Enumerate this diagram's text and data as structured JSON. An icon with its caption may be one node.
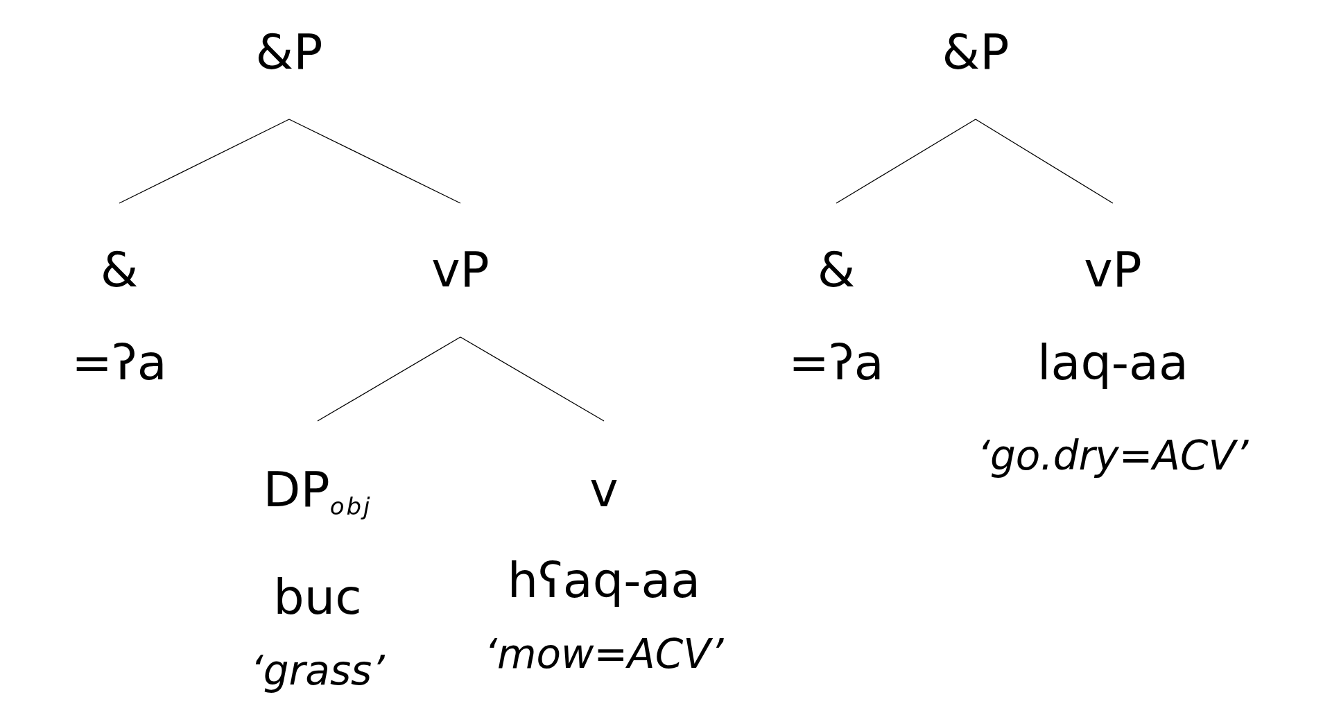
{
  "diagram": {
    "nodes": [
      {
        "text": [
          "&P"
        ]
      },
      {
        "text": [
          "&",
          "=ʔa"
        ]
      },
      {
        "text": [
          "vP"
        ]
      },
      {
        "text": [
          "DP$_{obj}$",
          "buc",
          "‘grass’"
        ]
      },
      {
        "text": [
          "v",
          "hʕaq-aa",
          "‘mow=ACV’"
        ]
      },
      {
        "text": [
          "&P"
        ]
      },
      {
        "text": [
          "&",
          "=ʔa"
        ]
      },
      {
        "text": [
          "vP",
          "laq-aa",
          "‘go.dry=ACV’"
        ]
      }
    ],
    "edges": [
      {
        "from": 0,
        "to": 1,
        "arrow": "none"
      },
      {
        "from": 0,
        "to": 2,
        "arrow": "none"
      },
      {
        "from": 2,
        "to": 3,
        "arrow": "none"
      },
      {
        "from": 2,
        "to": 4,
        "arrow": "none"
      },
      {
        "from": 5,
        "to": 6,
        "arrow": "none"
      },
      {
        "from": 5,
        "to": 7,
        "arrow": "none"
      }
    ]
  }
}
